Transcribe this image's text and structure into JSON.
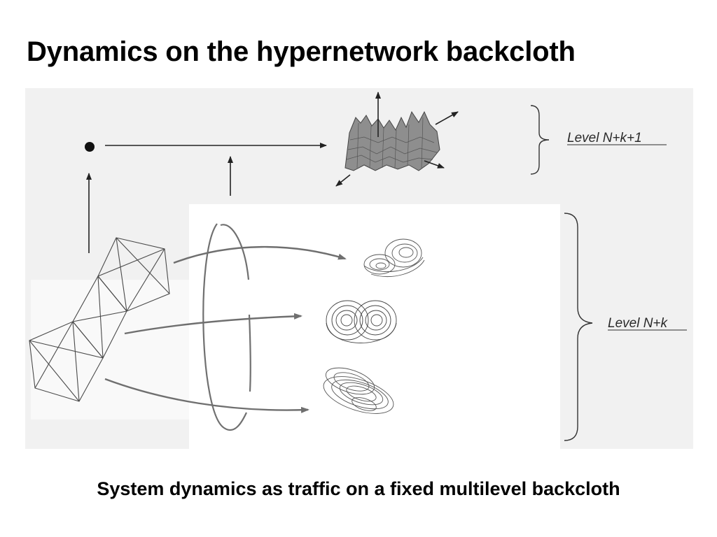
{
  "slide": {
    "title": "Dynamics on the hypernetwork backcloth",
    "caption": "System dynamics as traffic on a fixed multilevel backcloth"
  },
  "diagram": {
    "upper_level_label": "Level N+k+1",
    "lower_level_label": "Level N+k"
  },
  "colors": {
    "panel_background": "#f1f1f1",
    "line": "#222222",
    "curved_arrow": "#6f6f6f",
    "surface_fill": "#8e8e8e"
  }
}
